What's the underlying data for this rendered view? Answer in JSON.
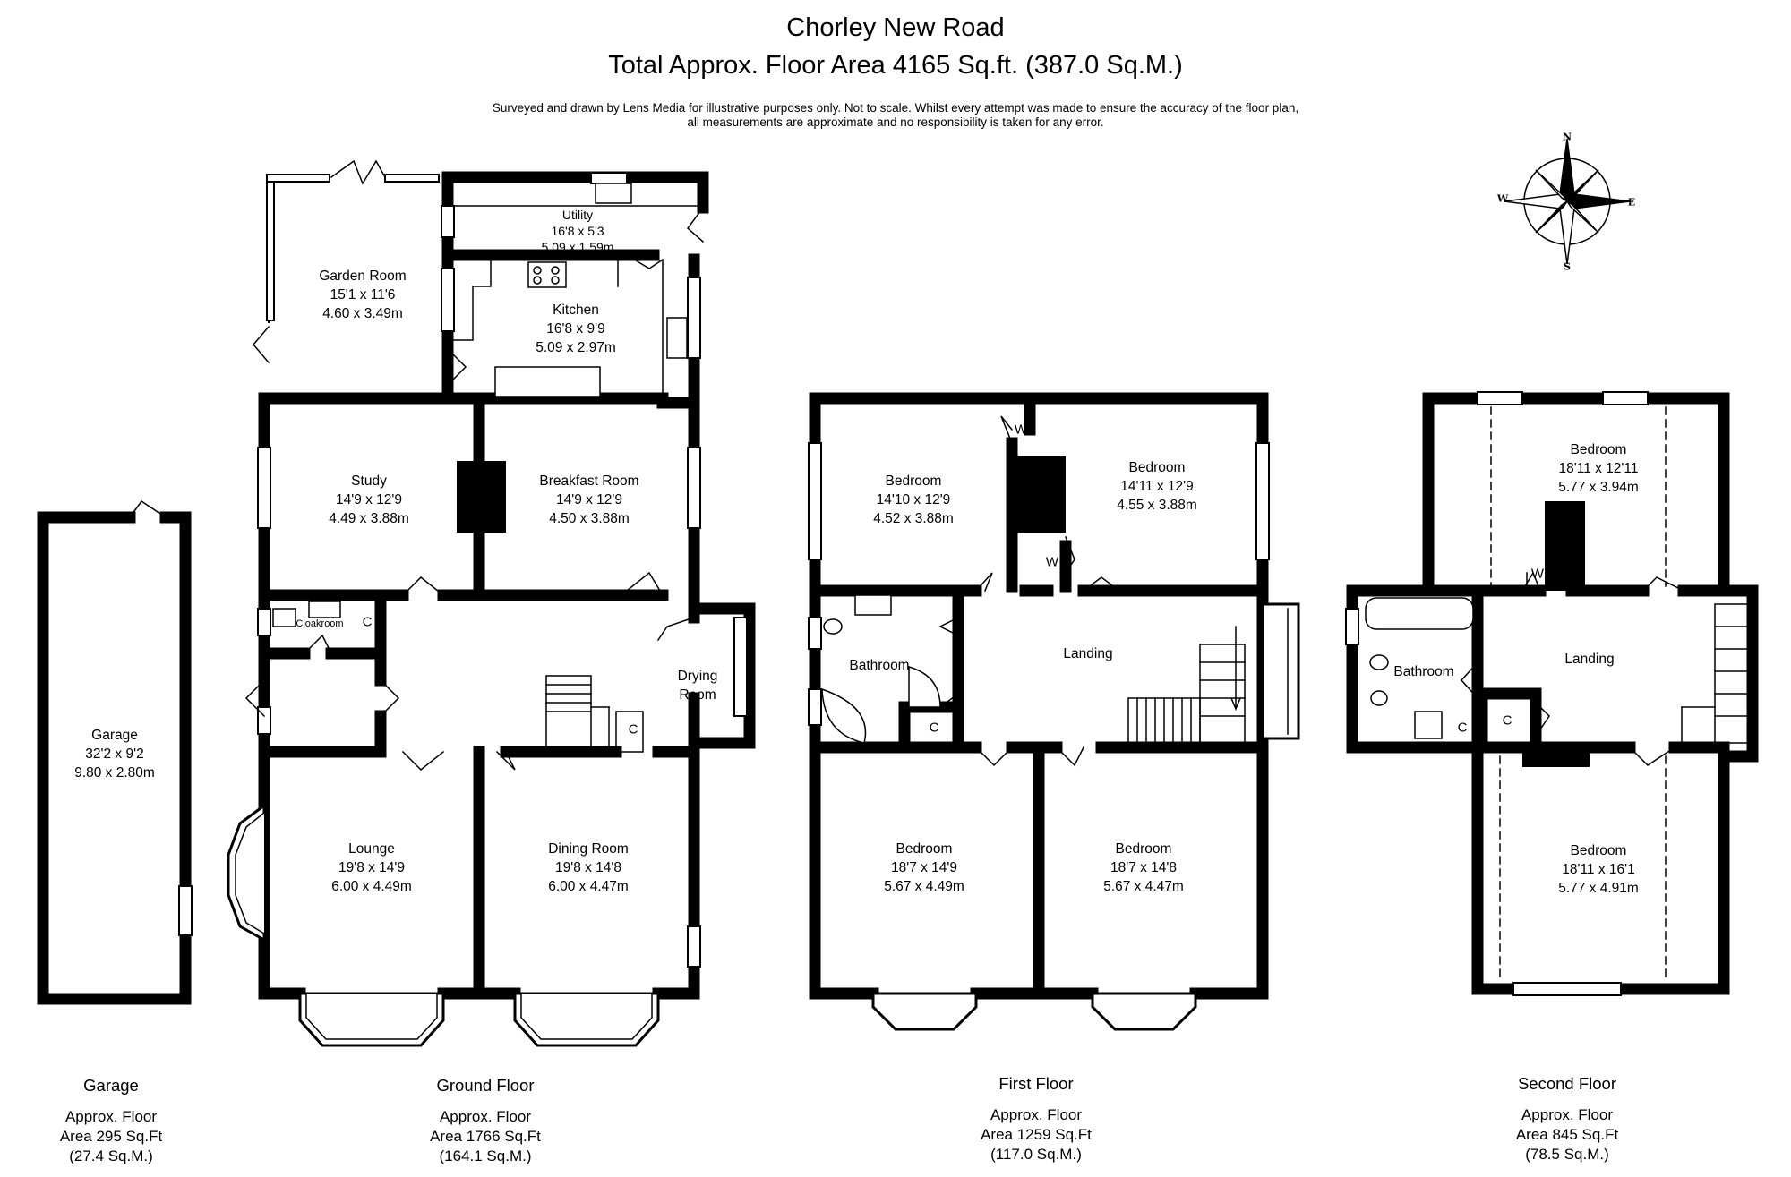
{
  "header": {
    "title": "Chorley New Road",
    "subtitle": "Total Approx. Floor Area 4165 Sq.ft. (387.0 Sq.M.)",
    "disclaimer_line1": "Surveyed and drawn by Lens Media for illustrative purposes only. Not to scale. Whilst every attempt was made to ensure the accuracy of the floor plan,",
    "disclaimer_line2": "all measurements are approximate and no responsibility is taken for any error."
  },
  "compass": {
    "n": "N",
    "s": "S",
    "e": "E",
    "w": "W"
  },
  "rooms": {
    "garden_room": {
      "name": "Garden Room",
      "imperial": "15'1 x 11'6",
      "metric": "4.60 x 3.49m"
    },
    "utility": {
      "name": "Utility",
      "imperial": "16'8 x 5'3",
      "metric": "5.09 x 1.59m"
    },
    "kitchen": {
      "name": "Kitchen",
      "imperial": "16'8 x 9'9",
      "metric": "5.09 x 2.97m"
    },
    "study": {
      "name": "Study",
      "imperial": "14'9 x 12'9",
      "metric": "4.49 x 3.88m"
    },
    "breakfast": {
      "name": "Breakfast Room",
      "imperial": "14'9 x 12'9",
      "metric": "4.50 x 3.88m"
    },
    "cloakroom": {
      "name": "Cloakroom"
    },
    "drying": {
      "name_line1": "Drying",
      "name_line2": "Room"
    },
    "lounge": {
      "name": "Lounge",
      "imperial": "19'8 x 14'9",
      "metric": "6.00 x 4.49m"
    },
    "dining": {
      "name": "Dining Room",
      "imperial": "19'8 x 14'8",
      "metric": "6.00 x 4.47m"
    },
    "garage": {
      "name": "Garage",
      "imperial": "32'2 x 9'2",
      "metric": "9.80 x 2.80m"
    },
    "ff_bed1": {
      "name": "Bedroom",
      "imperial": "14'10 x 12'9",
      "metric": "4.52 x 3.88m"
    },
    "ff_bed2": {
      "name": "Bedroom",
      "imperial": "14'11 x 12'9",
      "metric": "4.55 x 3.88m"
    },
    "ff_bathroom": {
      "name": "Bathroom"
    },
    "ff_landing": {
      "name": "Landing"
    },
    "ff_bed3": {
      "name": "Bedroom",
      "imperial": "18'7 x 14'9",
      "metric": "5.67 x 4.49m"
    },
    "ff_bed4": {
      "name": "Bedroom",
      "imperial": "18'7 x 14'8",
      "metric": "5.67 x 4.47m"
    },
    "sf_bed1": {
      "name": "Bedroom",
      "imperial": "18'11 x 12'11",
      "metric": "5.77 x 3.94m"
    },
    "sf_bathroom": {
      "name": "Bathroom"
    },
    "sf_landing": {
      "name": "Landing"
    },
    "sf_bed2": {
      "name": "Bedroom",
      "imperial": "18'11 x 16'1",
      "metric": "5.77 x 4.91m"
    }
  },
  "markers": {
    "cupboard": "C",
    "wardrobe": "W"
  },
  "floors": {
    "garage": {
      "name": "Garage",
      "line1": "Approx. Floor",
      "line2": "Area 295 Sq.Ft",
      "line3": "(27.4 Sq.M.)"
    },
    "ground": {
      "name": "Ground Floor",
      "line1": "Approx. Floor",
      "line2": "Area 1766 Sq.Ft",
      "line3": "(164.1 Sq.M.)"
    },
    "first": {
      "name": "First Floor",
      "line1": "Approx. Floor",
      "line2": "Area 1259 Sq.Ft",
      "line3": "(117.0 Sq.M.)"
    },
    "second": {
      "name": "Second Floor",
      "line1": "Approx. Floor",
      "line2": "Area 845 Sq.Ft",
      "line3": "(78.5 Sq.M.)"
    }
  }
}
